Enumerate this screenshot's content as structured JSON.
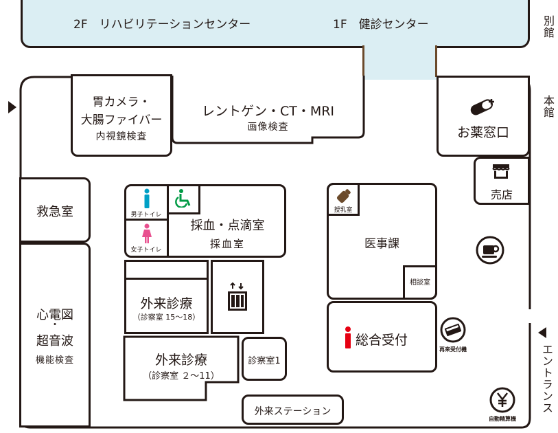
{
  "annex": {
    "label": "別館",
    "rehab": "2F　リハビリテーションセンター",
    "checkup": "1F　健診センター"
  },
  "main_building": "本館",
  "entrance": "エントランス",
  "rooms": {
    "gastro_line1": "胃カメラ・",
    "gastro_line2": "大腸ファイバー",
    "gastro_line3": "内視鏡検査",
    "xray_title": "レントゲン・CT・MRI",
    "xray_sub": "画像検査",
    "pharmacy": "お薬窓口",
    "shop": "売店",
    "emergency": "救急室",
    "toilet_m": "男子トイレ",
    "toilet_f": "女子トイレ",
    "blood_title": "採血・点滴室",
    "blood_sub": "採血室",
    "nursing": "授乳室",
    "medical_affairs": "医事課",
    "consult": "相談室",
    "outpatient_a": "外来診療",
    "outpatient_a_sub": "（診察室 15～18）",
    "ecg_line1": "心電図",
    "ecg_dot": "・",
    "ecg_line2": "超音波",
    "ecg_line3": "機能検査",
    "reception": "総合受付",
    "reentry_machine": "再来受付機",
    "outpatient_b": "外来診療",
    "outpatient_b_sub": "（診察室 ２～11）",
    "exam1": "診察室1",
    "station": "外来ステーション",
    "payment_machine": "自動精算機"
  },
  "colors": {
    "annex_fill": "#dbeef3",
    "line": "#231815",
    "accent_red": "#e60012",
    "male_blue": "#00a0c6",
    "female_pink": "#e8508f",
    "wheelchair_green": "#009a44",
    "brown": "#6b4a2b"
  }
}
